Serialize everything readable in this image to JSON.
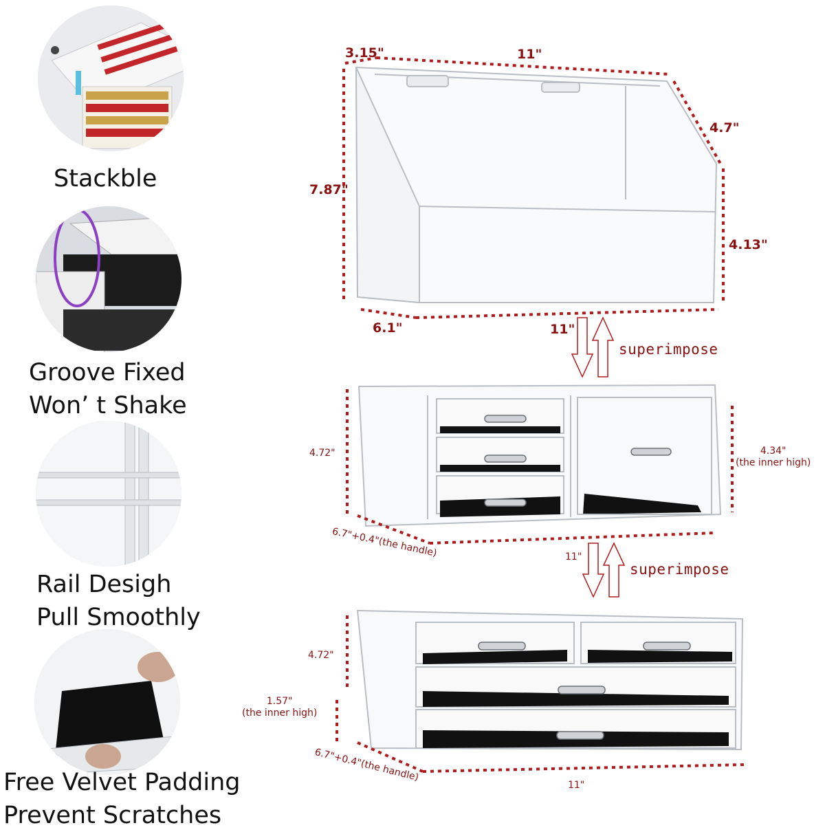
{
  "features": [
    {
      "id": "stackable",
      "lines": [
        "Stackble"
      ]
    },
    {
      "id": "groove",
      "lines": [
        "Groove Fixed",
        "Won’ t Shake"
      ]
    },
    {
      "id": "rail",
      "lines": [
        "Rail Desigh",
        "Pull Smoothly"
      ]
    },
    {
      "id": "velvet",
      "lines": [
        "Free Velvet Padding",
        "Prevent Scratches"
      ]
    }
  ],
  "top_unit": {
    "depth_top": "3.15\"",
    "width_top": "11\"",
    "slope": "4.7\"",
    "height_total": "7.87\"",
    "height_front": "4.13\"",
    "depth_bottom": "6.1\"",
    "width_bottom": "11\""
  },
  "middle_unit": {
    "height": "4.72\"",
    "inner_high": "4.34\"",
    "inner_high_note": "(the inner high)",
    "depth": "6.7\"+0.4\"(the handle)",
    "width": "11\""
  },
  "bottom_unit": {
    "height": "4.72\"",
    "inner_high": "1.57\"",
    "inner_high_note": "(the inner high)",
    "depth": "6.7\"+0.4\"(the handle)",
    "width": "11\""
  },
  "arrow_label": "superimpose",
  "colors": {
    "dimension": "#8a1010",
    "dotted_line": "#b01a1a",
    "acrylic_edge": "#b9bec4",
    "velvet": "#111111"
  }
}
